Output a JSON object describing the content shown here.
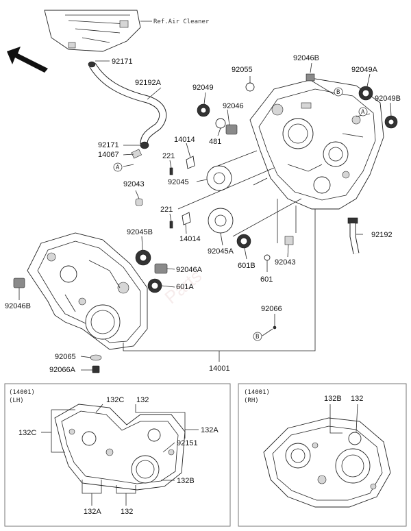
{
  "reference": "Ref.Air Cleaner",
  "callouts": {
    "92171_top": "92171",
    "92192A": "92192A",
    "92055": "92055",
    "92046B_top": "92046B",
    "92049": "92049",
    "92049A": "92049A",
    "92046": "92046",
    "92049B": "92049B",
    "481": "481",
    "14014_top": "14014",
    "92171_mid": "92171",
    "14067": "14067",
    "221_top": "221",
    "92045": "92045",
    "92043_left": "92043",
    "221_mid": "221",
    "14014_mid": "14014",
    "92045B": "92045B",
    "92045A": "92045A",
    "601B": "601B",
    "92043_right": "92043",
    "601": "601",
    "92046A": "92046A",
    "601A": "601A",
    "92046B_left": "92046B",
    "92066": "92066",
    "92065": "92065",
    "92066A": "92066A",
    "14001": "14001",
    "92192": "92192"
  },
  "markers": {
    "a": "A",
    "b": "B"
  },
  "lh_box": {
    "code": "(14001)",
    "side": "(LH)",
    "labels": {
      "132C_top": "132C",
      "132_top": "132",
      "132C_left": "132C",
      "132A_right": "132A",
      "92151": "92151",
      "132B": "132B",
      "132A_bottom": "132A",
      "132_bottom": "132"
    }
  },
  "rh_box": {
    "code": "(14001)",
    "side": "(RH)",
    "labels": {
      "132B": "132B",
      "132": "132"
    }
  }
}
